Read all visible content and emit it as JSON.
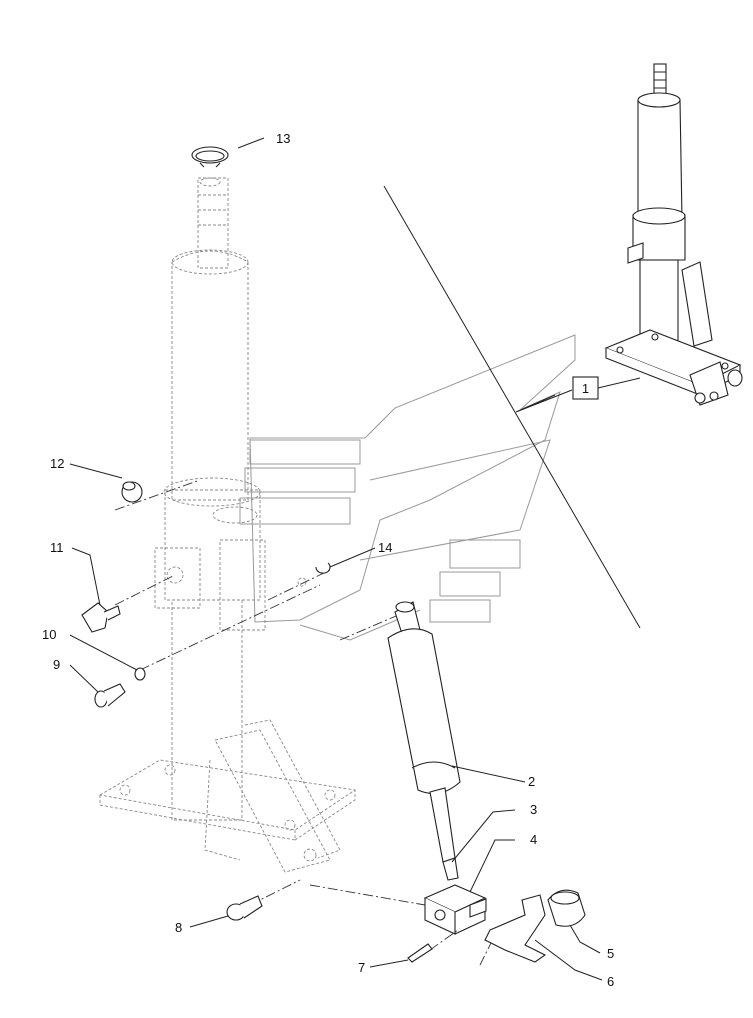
{
  "diagram": {
    "callouts": [
      {
        "id": "1",
        "label": "1",
        "boxed": true
      },
      {
        "id": "2",
        "label": "2"
      },
      {
        "id": "3",
        "label": "3"
      },
      {
        "id": "4",
        "label": "4"
      },
      {
        "id": "5",
        "label": "5"
      },
      {
        "id": "6",
        "label": "6"
      },
      {
        "id": "7",
        "label": "7"
      },
      {
        "id": "8",
        "label": "8"
      },
      {
        "id": "9",
        "label": "9"
      },
      {
        "id": "10",
        "label": "10"
      },
      {
        "id": "11",
        "label": "11"
      },
      {
        "id": "12",
        "label": "12"
      },
      {
        "id": "13",
        "label": "13"
      },
      {
        "id": "14",
        "label": "14"
      }
    ],
    "colors": {
      "line": "#222222",
      "ghost": "#888888",
      "watermark": "#999999"
    },
    "watermark": "chevron-logo-watermark"
  }
}
